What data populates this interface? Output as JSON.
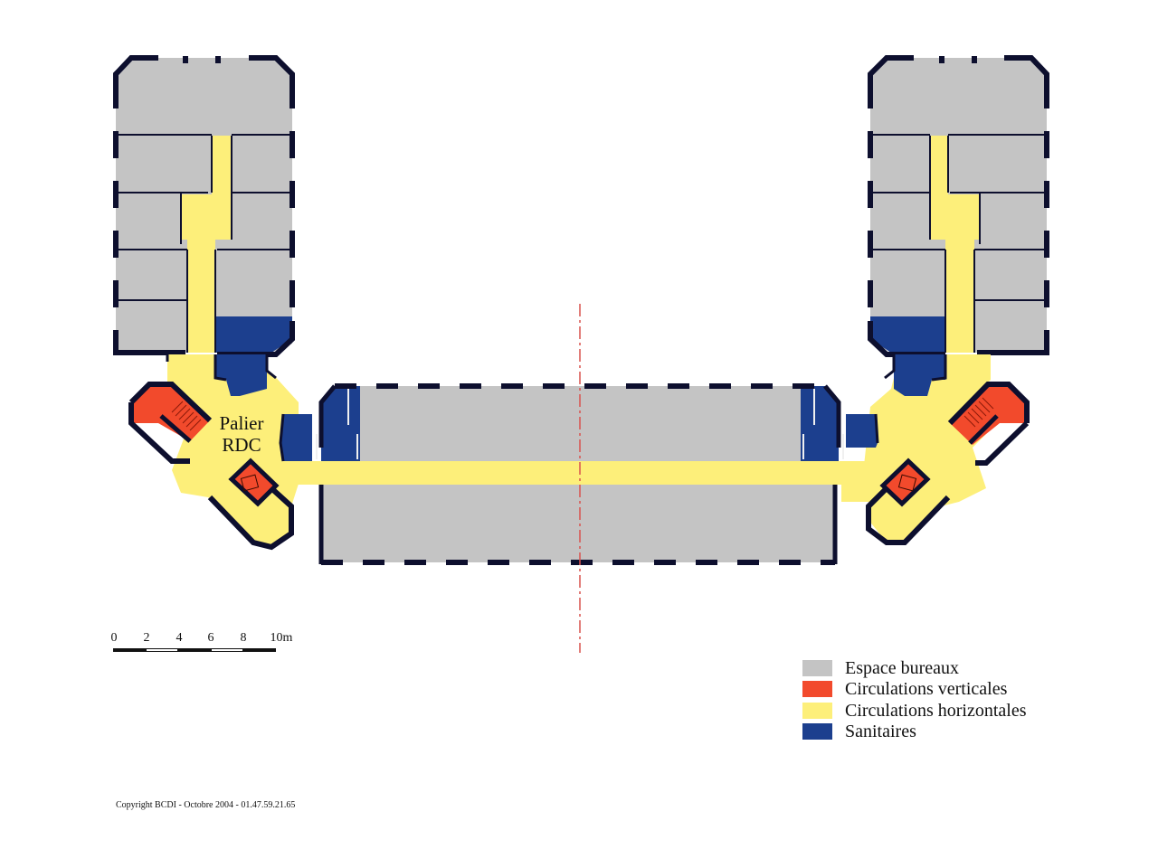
{
  "plan": {
    "room_label_line1": "Palier",
    "room_label_line2": "RDC",
    "colors": {
      "office": "#c4c4c4",
      "vertical": "#f24a2c",
      "horizontal": "#fdef7a",
      "sanitary": "#1c3f8e",
      "wall": "#0d0f2e",
      "axis": "#d9534f"
    }
  },
  "scale_bar": {
    "ticks": [
      "0",
      "2",
      "4",
      "6",
      "8",
      "10m"
    ]
  },
  "legend": [
    {
      "label": "Espace bureaux",
      "color": "#c4c4c4"
    },
    {
      "label": "Circulations verticales",
      "color": "#f24a2c"
    },
    {
      "label": "Circulations horizontales",
      "color": "#fdef7a"
    },
    {
      "label": "Sanitaires",
      "color": "#1c3f8e"
    }
  ],
  "copyright": "Copyright BCDI - Octobre 2004 - 01.47.59.21.65"
}
